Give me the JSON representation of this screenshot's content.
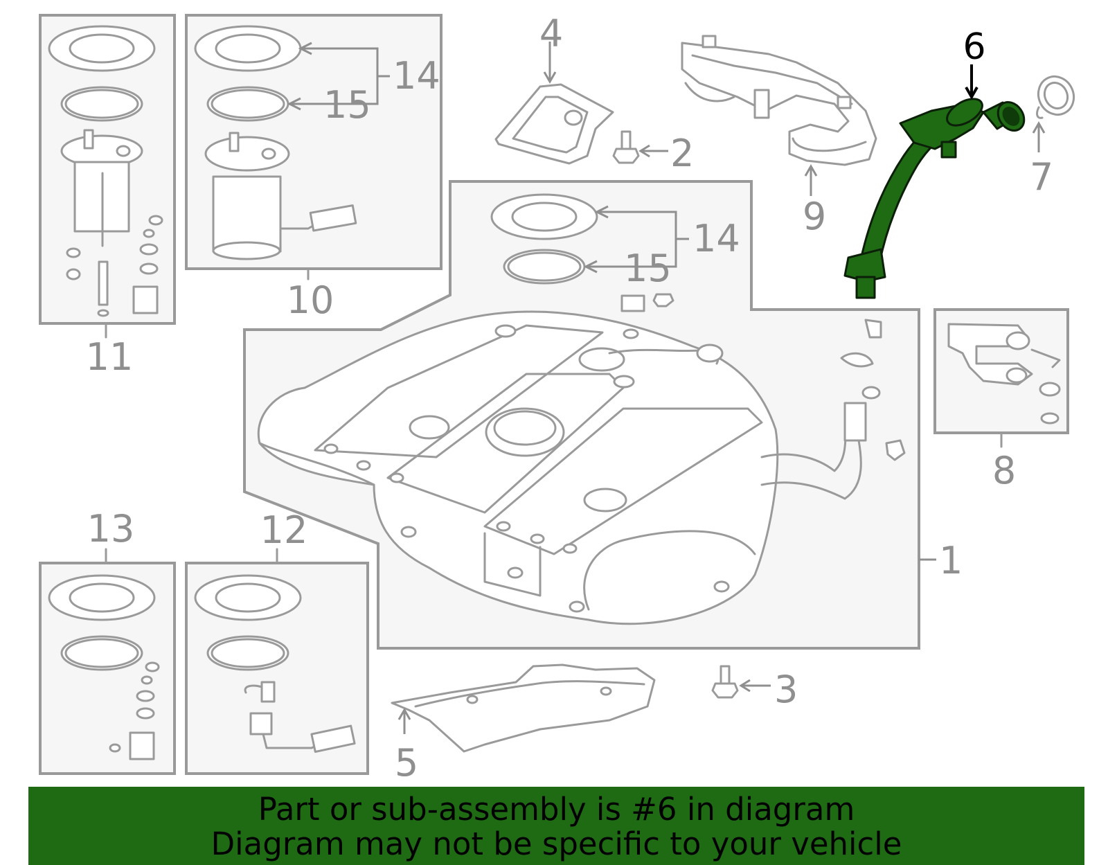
{
  "highlight_color": "#1e6b14",
  "highlighted_part": "6",
  "callouts": {
    "c1": "1",
    "c2": "2",
    "c3": "3",
    "c4": "4",
    "c5": "5",
    "c6": "6",
    "c7": "7",
    "c8": "8",
    "c9": "9",
    "c10": "10",
    "c11": "11",
    "c12": "12",
    "c13": "13",
    "c14a": "14",
    "c15a": "15",
    "c14b": "14",
    "c15b": "15"
  },
  "banner": {
    "line1": "Part or sub-assembly is #6 in diagram",
    "line2": "Diagram may not be specific to your vehicle"
  }
}
